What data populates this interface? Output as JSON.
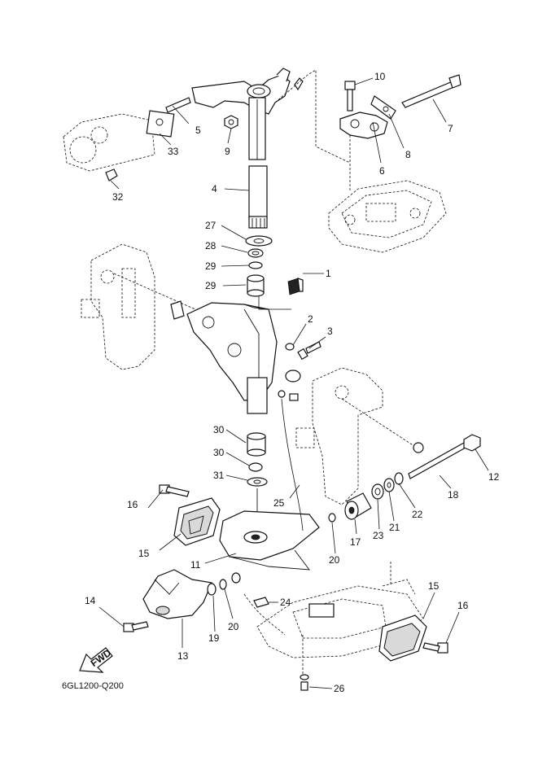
{
  "diagram_code": "6GL1200-Q200",
  "fwd_arrow": {
    "text": "FWD"
  },
  "callouts": [
    {
      "id": "c1",
      "text": "1"
    },
    {
      "id": "c2",
      "text": "2"
    },
    {
      "id": "c3",
      "text": "3"
    },
    {
      "id": "c4",
      "text": "4"
    },
    {
      "id": "c5",
      "text": "5"
    },
    {
      "id": "c6",
      "text": "6"
    },
    {
      "id": "c7",
      "text": "7"
    },
    {
      "id": "c8",
      "text": "8"
    },
    {
      "id": "c9",
      "text": "9"
    },
    {
      "id": "c10",
      "text": "10"
    },
    {
      "id": "c11",
      "text": "11"
    },
    {
      "id": "c12",
      "text": "12"
    },
    {
      "id": "c13",
      "text": "13"
    },
    {
      "id": "c14",
      "text": "14"
    },
    {
      "id": "c15a",
      "text": "15"
    },
    {
      "id": "c15b",
      "text": "15"
    },
    {
      "id": "c16a",
      "text": "16"
    },
    {
      "id": "c16b",
      "text": "16"
    },
    {
      "id": "c17",
      "text": "17"
    },
    {
      "id": "c18",
      "text": "18"
    },
    {
      "id": "c19",
      "text": "19"
    },
    {
      "id": "c20a",
      "text": "20"
    },
    {
      "id": "c20b",
      "text": "20"
    },
    {
      "id": "c21",
      "text": "21"
    },
    {
      "id": "c22",
      "text": "22"
    },
    {
      "id": "c23",
      "text": "23"
    },
    {
      "id": "c24",
      "text": "24"
    },
    {
      "id": "c25",
      "text": "25"
    },
    {
      "id": "c26",
      "text": "26"
    },
    {
      "id": "c27",
      "text": "27"
    },
    {
      "id": "c28",
      "text": "28"
    },
    {
      "id": "c29a",
      "text": "29"
    },
    {
      "id": "c29b",
      "text": "29"
    },
    {
      "id": "c30a",
      "text": "30"
    },
    {
      "id": "c30b",
      "text": "30"
    },
    {
      "id": "c31",
      "text": "31"
    },
    {
      "id": "c32",
      "text": "32"
    },
    {
      "id": "c33",
      "text": "33"
    }
  ]
}
